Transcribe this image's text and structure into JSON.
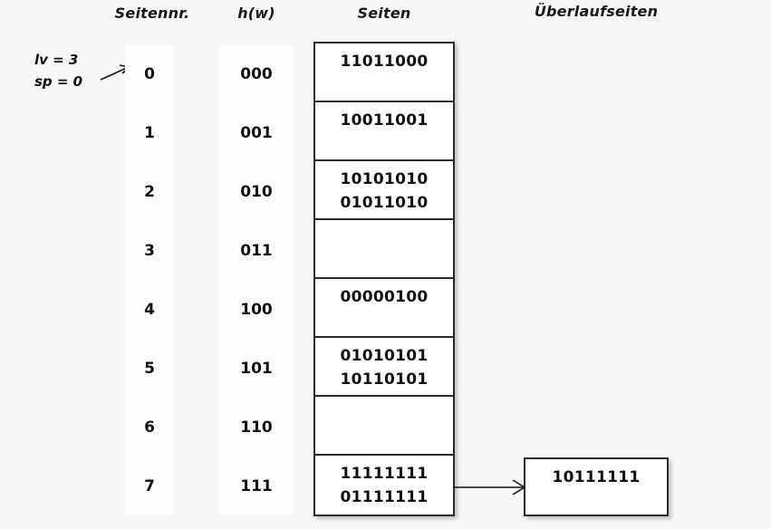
{
  "headers": {
    "seitennr": "Seitennr.",
    "hw": "h(w)",
    "seiten": "Seiten",
    "ueberlaufseiten": "Überlaufseiten"
  },
  "annotation": {
    "lv": "lv = 3",
    "sp": "sp = 0"
  },
  "colors": {
    "background": "#f7f7f7",
    "strip": "#fdfdfd",
    "box_border": "#2b2b2b",
    "box_fill": "#ffffff",
    "text": "#111111"
  },
  "rows": [
    {
      "seitennr": "0",
      "hw": "000",
      "records": [
        "11011000"
      ]
    },
    {
      "seitennr": "1",
      "hw": "001",
      "records": [
        "10011001"
      ]
    },
    {
      "seitennr": "2",
      "hw": "010",
      "records": [
        "10101010",
        "01011010"
      ]
    },
    {
      "seitennr": "3",
      "hw": "011",
      "records": []
    },
    {
      "seitennr": "4",
      "hw": "100",
      "records": [
        "00000100"
      ]
    },
    {
      "seitennr": "5",
      "hw": "101",
      "records": [
        "01010101",
        "10110101"
      ]
    },
    {
      "seitennr": "6",
      "hw": "110",
      "records": []
    },
    {
      "seitennr": "7",
      "hw": "111",
      "records": [
        "11111111",
        "01111111"
      ]
    }
  ],
  "overflow": {
    "source_row_index": 7,
    "records": [
      "10111111"
    ]
  }
}
